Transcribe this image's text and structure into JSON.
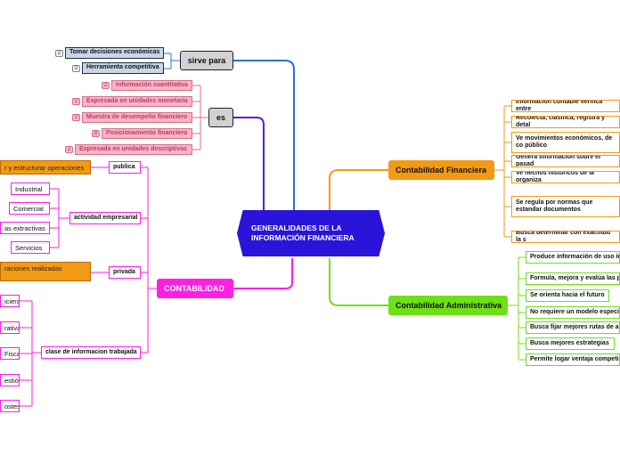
{
  "central": "GENERALIDADES DE LA INFORMACIÓN FINANCIERA",
  "branches": {
    "financiera": {
      "title": "Contabilidad Financiera",
      "items": [
        "Información contable verifica entre",
        "Recolecta, clasifica, registra y detal",
        "Ve movimientos económicos, de co público",
        "Genera información sobre el pasad",
        "Ve hechos historicos de la organiza",
        "Se regula por normas que estandar documentos",
        "Busca determinar con exactitud la s"
      ]
    },
    "administrativa": {
      "title": "Contabilidad Administrativa",
      "items": [
        "Produce información de uso in",
        "Formula, mejora y evalúa las p",
        "Se orienta hacia el futuro",
        "No requiere un modelo especi",
        "Busca fijar mejores rutas de a",
        "Busca mejores estrategias",
        "Permite logar ventaja competi"
      ]
    },
    "contabilidad": {
      "title": "CONTABILIDAD",
      "publica": {
        "label": "publica",
        "child": "r y estructurar operaciones"
      },
      "actividad": {
        "label": "actividad empresarial",
        "children": [
          "Industrial",
          "Comercial",
          "as extractivas",
          "Servicios"
        ]
      },
      "privada": {
        "label": "privada",
        "child": "raciones realizadas"
      },
      "clase": {
        "label": "clase de informacion trabajada",
        "children": [
          "iciera",
          "rativa",
          "Fiscal",
          "estión",
          "ostes"
        ]
      }
    }
  },
  "sirve_para": {
    "label": "sirve para",
    "items": [
      {
        "badge": "2",
        "text": "Tomar decisiones económicas"
      },
      {
        "badge": "2",
        "text": "Herramienta competitiva"
      }
    ]
  },
  "es": {
    "label": "es",
    "items": [
      {
        "badge": "2",
        "text": "Información cuantitativa"
      },
      {
        "badge": "2",
        "text": "Expresada en unidades monetaria"
      },
      {
        "badge": "2",
        "text": "Muestra de desempeño financiero"
      },
      {
        "badge": "8",
        "text": "Posicionamiento financiero"
      },
      {
        "badge": "2",
        "text": "Expresada en unidades descriptivas"
      }
    ]
  },
  "colors": {
    "central": "#2a14d9",
    "financiera": "#f39a14",
    "administrativa": "#6de016",
    "contabilidad": "#ff1ee3",
    "sirve_para": "#2d6fe0",
    "es": "#5a1ed8"
  }
}
